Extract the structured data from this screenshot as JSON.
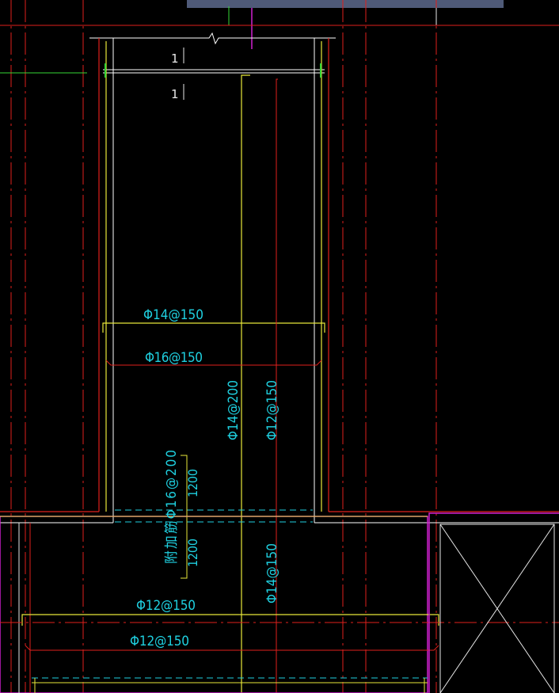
{
  "drawing": {
    "section_marks": [
      "1",
      "1"
    ],
    "rebar_labels": {
      "top_horizontal": "Φ14@150",
      "mid_horizontal": "Φ16@150",
      "vertical_left": "Φ14@200",
      "vertical_right": "Φ12@150",
      "break_note": "附加筋Φ16@200",
      "dim_upper": "1200",
      "dim_lower": "1200",
      "base_vertical": "Φ14@150",
      "base_top": "Φ12@150",
      "base_bottom": "Φ12@150"
    },
    "colors": {
      "background": "#000000",
      "red": "#e0201c",
      "yellow": "#e8e83a",
      "white": "#ffffff",
      "green": "#36d836",
      "magenta": "#d020d0",
      "cyan": "#1fd0e0",
      "toolbar": "#4f5a78"
    }
  }
}
